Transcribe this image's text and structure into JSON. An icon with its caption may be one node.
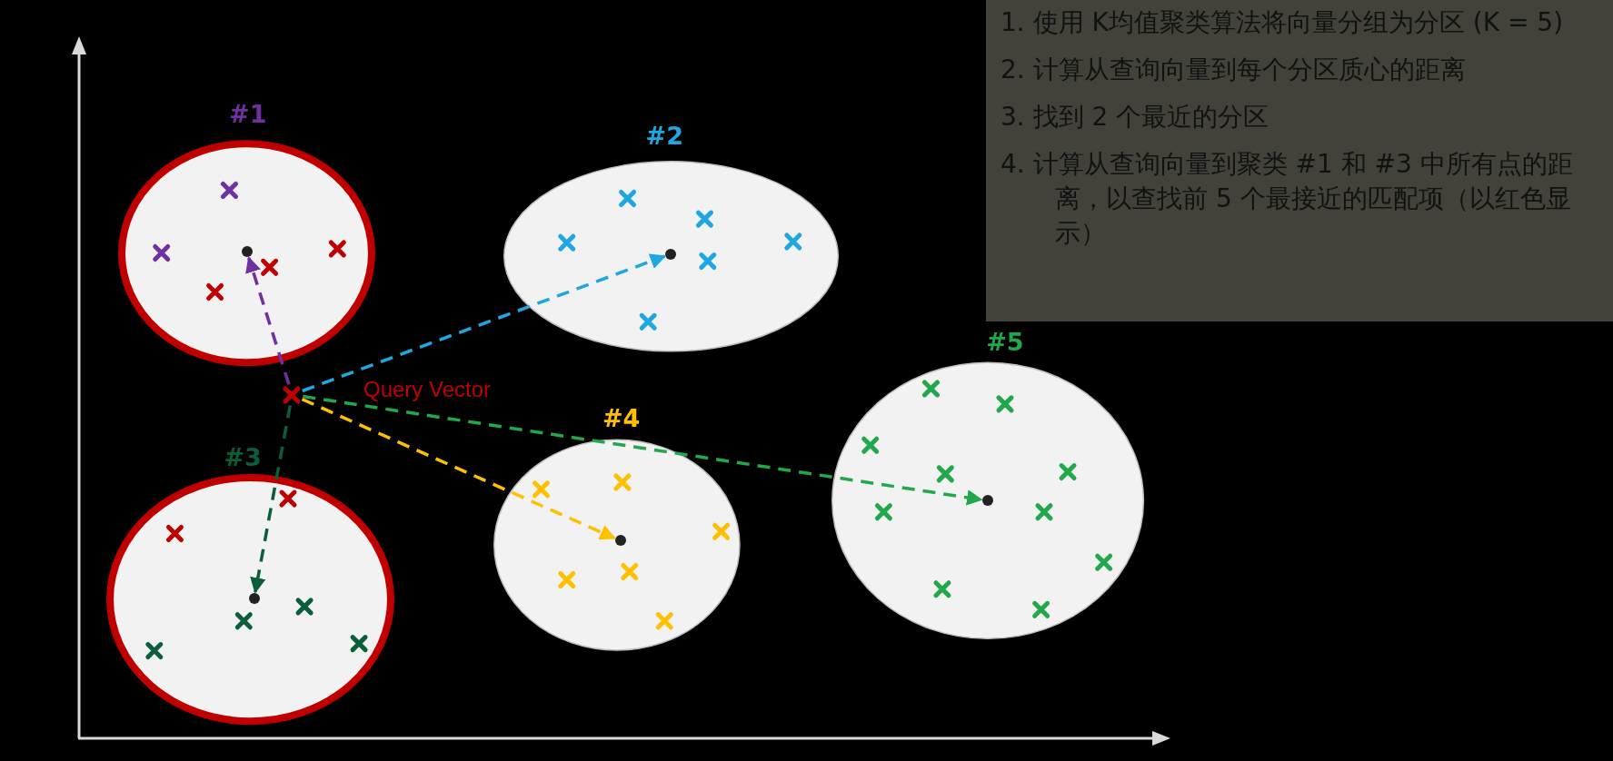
{
  "diagram": {
    "nodes": [
      {
        "text": [
          "#1"
        ]
      },
      {
        "text": [],
        "shape": "circle",
        "in": 0
      },
      {
        "text": [
          "#2"
        ]
      },
      {
        "text": [],
        "shape": "circle",
        "in": 2
      },
      {
        "text": [
          "1. 使用 K均值聚类算法将向量分组为分区 (K = 5)",
          "2. 计算从查询向量到每个分区质心的距离",
          "3. 找到 2 个最近的分区",
          "4. 计算从查询向量到聚类 #1 和 #3 中所有点的距离，以查找前 5 个最接近的匹配项（以红色显示）"
        ]
      },
      {
        "text": [],
        "shape": "cross",
        "beside": [
          "Query Vector"
        ]
      },
      {
        "text": [
          "#5"
        ]
      },
      {
        "text": [],
        "shape": "circle",
        "in": 6
      },
      {
        "text": [
          "#4"
        ]
      },
      {
        "text": [],
        "shape": "circle",
        "in": 8
      },
      {
        "text": [
          "#3"
        ]
      },
      {
        "text": [],
        "shape": "circle",
        "in": 10
      }
    ],
    "edges": [
      {
        "from": 5,
        "to": 1,
        "arrow": "to",
        "style": "dashed",
        "color": "#7030a0"
      },
      {
        "from": 5,
        "to": 3,
        "arrow": "to",
        "style": "dashed",
        "color": "#1ea7e1"
      },
      {
        "from": 5,
        "to": 7,
        "arrow": "to",
        "style": "dashed",
        "color": "#21a84a"
      },
      {
        "from": 5,
        "to": 9,
        "arrow": "to",
        "style": "dashed",
        "color": "#ffc000"
      },
      {
        "from": 5,
        "to": 11,
        "arrow": "to",
        "style": "dashed",
        "color": "#0b5e3a"
      }
    ]
  }
}
